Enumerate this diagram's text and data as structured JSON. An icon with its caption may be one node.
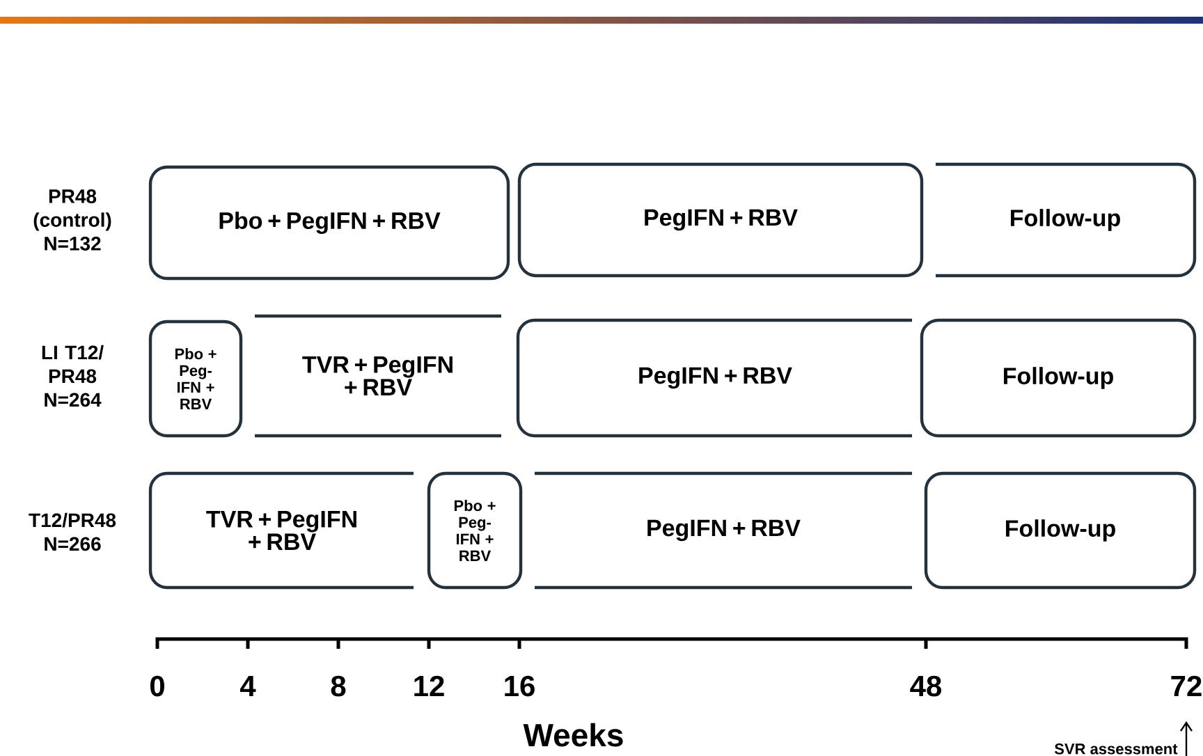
{
  "diagram": {
    "nodes": [
      {
        "text": [
          "Pbo + PegIFN + RBV"
        ]
      },
      {
        "text": [
          "PegIFN + RBV"
        ]
      },
      {
        "text": [
          "Follow-up"
        ]
      },
      {
        "text": [
          "Pbo + Peg-IFN + RBV"
        ]
      },
      {
        "text": [
          "TVR + PegIFN + RBV"
        ]
      },
      {
        "text": [
          "PegIFN + RBV"
        ]
      },
      {
        "text": [
          "Follow-up"
        ]
      },
      {
        "text": [
          "TVR + PegIFN + RBV"
        ]
      },
      {
        "text": [
          "Pbo + Peg-IFN + RBV"
        ]
      },
      {
        "text": [
          "PegIFN + RBV"
        ]
      },
      {
        "text": [
          "Follow-up"
        ]
      }
    ],
    "labels": [
      "PR48 (control) N=132",
      "LI T12/ PR48 N=264",
      "T12/PR48 N=266",
      "0",
      "4",
      "8",
      "12",
      "16",
      "48",
      "72",
      "Weeks",
      "SVR assessment"
    ]
  }
}
